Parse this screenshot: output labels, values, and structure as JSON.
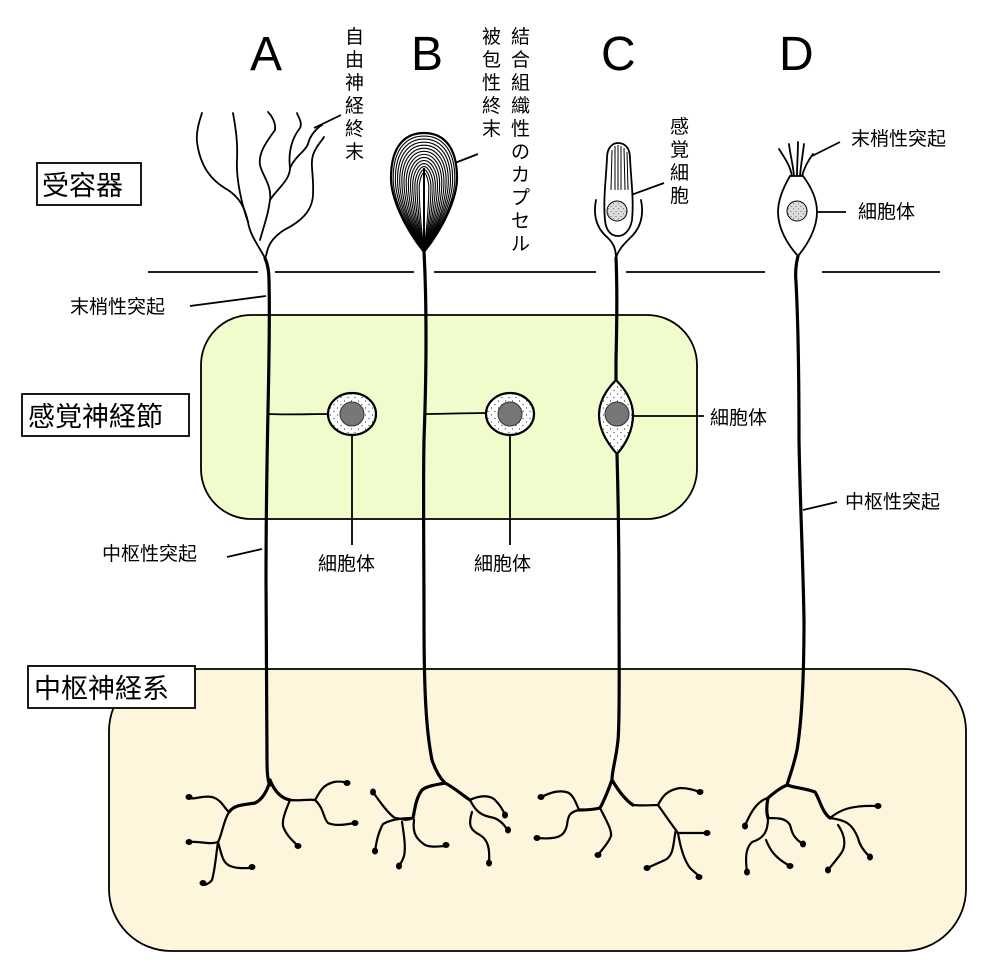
{
  "columns": [
    {
      "letter": "A",
      "label": "自由神経終末",
      "label_chars": [
        "自",
        "由",
        "神",
        "経",
        "終",
        "末"
      ]
    },
    {
      "letter": "B",
      "label_col1": "被包性終末",
      "label_col1_chars": [
        "被",
        "包",
        "性",
        "終",
        "末"
      ],
      "label_col2": "結合組織性のカプセル",
      "label_col2_chars": [
        "結",
        "合",
        "組",
        "織",
        "性",
        "の",
        "カ",
        "プ",
        "セ",
        "ル"
      ]
    },
    {
      "letter": "C",
      "label": "感覚細胞",
      "label_chars": [
        "感",
        "覚",
        "細",
        "胞"
      ]
    },
    {
      "letter": "D",
      "label_top": "末梢性突起",
      "label_cell": "細胞体"
    }
  ],
  "regions": {
    "receptor": "受容器",
    "sensory_ganglion": "感覚神経節",
    "cns": "中枢神経系"
  },
  "labels": {
    "peripheral_process": "末梢性突起",
    "central_process_left": "中枢性突起",
    "central_process_right": "中枢性突起",
    "cell_body_a": "細胞体",
    "cell_body_b": "細胞体",
    "cell_body_c": "細胞体"
  },
  "colors": {
    "ganglion_fill": "#f0fccc",
    "cns_fill": "#fdf6dc",
    "nucleus_fill": "#777777",
    "stroke": "#000000"
  }
}
